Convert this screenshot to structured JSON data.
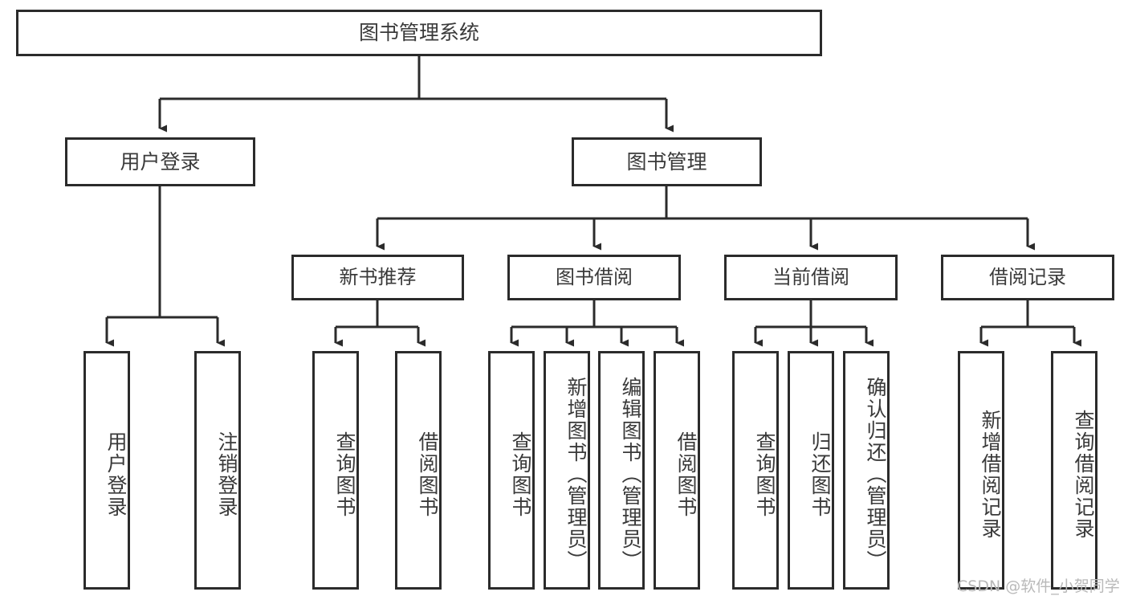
{
  "diagram": {
    "title": "图书管理系统",
    "type": "tree-hierarchy-diagram",
    "colors": {
      "box_border": "#2b2b2b",
      "box_fill": "#ffffff",
      "connector": "#2b2b2b",
      "text": "#3a3a3a",
      "watermark": "#b9b9b9",
      "background": "#ffffff"
    },
    "root": {
      "label": "图书管理系统"
    },
    "level2": [
      {
        "label": "用户登录"
      },
      {
        "label": "图书管理"
      }
    ],
    "level3": [
      {
        "label": "新书推荐"
      },
      {
        "label": "图书借阅"
      },
      {
        "label": "当前借阅"
      },
      {
        "label": "借阅记录"
      }
    ],
    "leaves": [
      {
        "label": "用户登录",
        "parent": "用户登录"
      },
      {
        "label": "注销登录",
        "parent": "用户登录"
      },
      {
        "label": "查询图书",
        "parent": "新书推荐"
      },
      {
        "label": "借阅图书",
        "parent": "新书推荐"
      },
      {
        "label": "查询图书",
        "parent": "图书借阅"
      },
      {
        "label": "新增图书（管理员）",
        "parent": "图书借阅"
      },
      {
        "label": "编辑图书（管理员）",
        "parent": "图书借阅"
      },
      {
        "label": "借阅图书",
        "parent": "图书借阅"
      },
      {
        "label": "查询图书",
        "parent": "当前借阅"
      },
      {
        "label": "归还图书",
        "parent": "当前借阅"
      },
      {
        "label": "确认归还（管理员）",
        "parent": "当前借阅"
      },
      {
        "label": "新增借阅记录",
        "parent": "借阅记录"
      },
      {
        "label": "查询借阅记录",
        "parent": "借阅记录"
      }
    ]
  },
  "watermark": {
    "text": "CSDN @软件_小贺同学"
  }
}
